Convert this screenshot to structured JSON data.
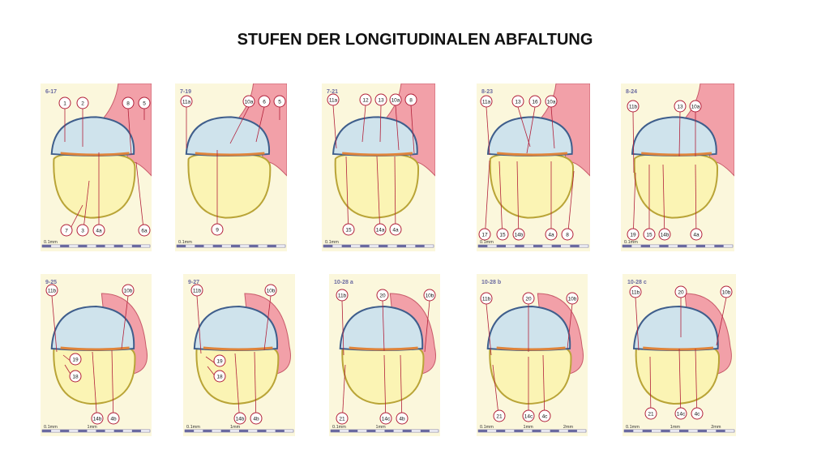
{
  "title": "STUFEN DER LONGITUDINALEN ABFALTUNG",
  "colors": {
    "panel_bg": "#fbf7dc",
    "amnion": "#cfe3ec",
    "amnion_edge": "#3f5e8c",
    "yolk": "#fbf4b4",
    "yolk_edge": "#b9a437",
    "tissue": "#f2a0a8",
    "embryo_strip": "#e0843a",
    "label_ring": "#b2203a",
    "scalebar": "#6a6aa0"
  },
  "panels": [
    {
      "stage": "6-17",
      "labels": [
        "1",
        "2",
        "8",
        "5",
        "7",
        "3",
        "4a",
        "6a"
      ],
      "scale": "0.1mm"
    },
    {
      "stage": "7-19",
      "labels": [
        "11a",
        "10a",
        "6",
        "5",
        "9"
      ],
      "scale": "0.1mm"
    },
    {
      "stage": "7-21",
      "labels": [
        "11a",
        "12",
        "13",
        "10a",
        "8",
        "15",
        "14a",
        "4a"
      ],
      "scale": "0.1mm"
    },
    {
      "stage": "8-23",
      "labels": [
        "11a",
        "13",
        "16",
        "10a",
        "17",
        "15",
        "14b",
        "4a",
        "8"
      ],
      "scale": "0.1mm"
    },
    {
      "stage": "8-24",
      "labels": [
        "11b",
        "13",
        "10a",
        "19",
        "15",
        "14b",
        "4a"
      ],
      "scale": "0.1mm"
    },
    {
      "stage": "9-25",
      "labels": [
        "11b",
        "10b",
        "19",
        "18",
        "14b",
        "4b"
      ],
      "scale": "0.1mm",
      "scale2": "1mm"
    },
    {
      "stage": "9-27",
      "labels": [
        "11b",
        "10b",
        "19",
        "18",
        "14b",
        "4b"
      ],
      "scale": "0.1mm",
      "scale2": "1mm"
    },
    {
      "stage": "10-28 a",
      "labels": [
        "11b",
        "20",
        "10b",
        "21",
        "14c",
        "4b"
      ],
      "scale": "0.1mm",
      "scale2": "1mm"
    },
    {
      "stage": "10-28 b",
      "labels": [
        "11b",
        "20",
        "10b",
        "21",
        "14c",
        "4c"
      ],
      "scale": "0.1mm",
      "scale2": "1mm",
      "scale3": "2mm"
    },
    {
      "stage": "10-28 c",
      "labels": [
        "11b",
        "20",
        "10b",
        "21",
        "14c",
        "4c"
      ],
      "scale": "0.1mm",
      "scale2": "1mm",
      "scale3": "2mm"
    }
  ]
}
